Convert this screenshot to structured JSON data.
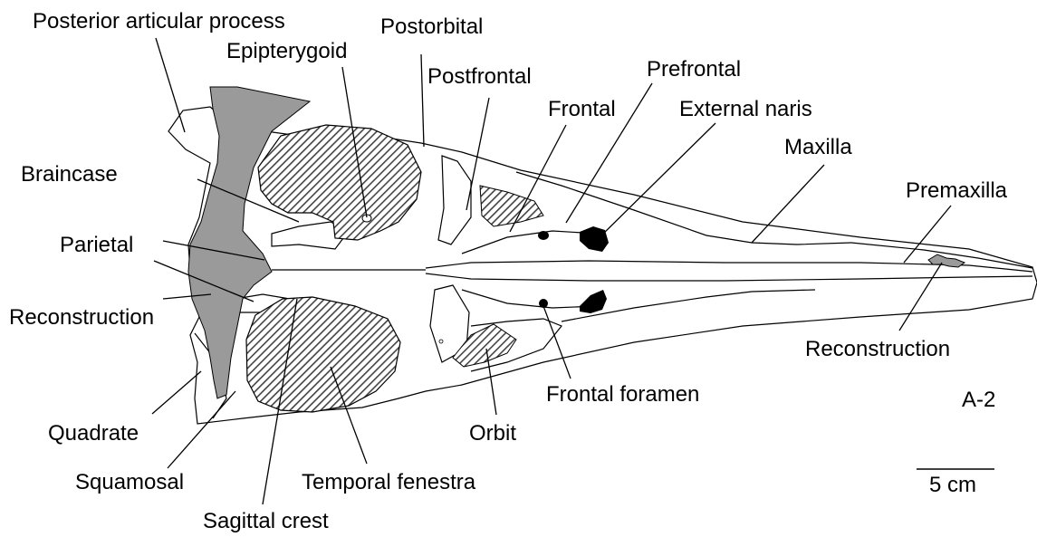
{
  "figure": {
    "panel_id": "A-2",
    "scale_bar_label": "5 cm"
  },
  "labels": {
    "posterior_articular_process": "Posterior articular process",
    "postorbital": "Postorbital",
    "epipterygoid": "Epipterygoid",
    "postfrontal": "Postfrontal",
    "prefrontal": "Prefrontal",
    "frontal": "Frontal",
    "external_naris": "External naris",
    "maxilla": "Maxilla",
    "premaxilla": "Premaxilla",
    "braincase": "Braincase",
    "parietal": "Parietal",
    "reconstruction_left": "Reconstruction",
    "reconstruction_right": "Reconstruction",
    "frontal_foramen": "Frontal foramen",
    "quadrate": "Quadrate",
    "orbit": "Orbit",
    "squamosal": "Squamosal",
    "temporal_fenestra": "Temporal fenestra",
    "sagittal_crest": "Sagittal crest"
  },
  "colors": {
    "reconstruction_fill": "#9a9a9a",
    "hatch": "#444444",
    "naris_fill": "#000000",
    "background": "#ffffff"
  }
}
